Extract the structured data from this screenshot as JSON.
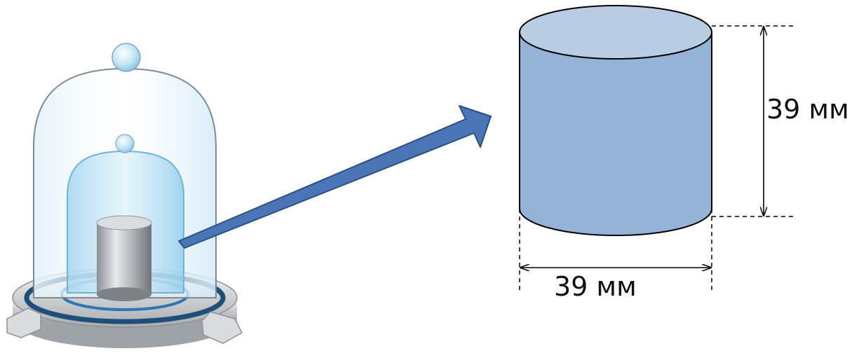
{
  "figure": {
    "left_object": "kilogram-prototype-under-glass-bell-jars",
    "right_object": "cylinder-with-dimensions"
  },
  "dimensions": {
    "height_label": "39 мм",
    "diameter_label": "39 мм"
  },
  "colors": {
    "cylinder_top": "#b8cce4",
    "cylinder_side": "#95b3d7",
    "arrow_fill": "#4a76b8",
    "arrow_stroke": "#2f4f80",
    "glass": "#cfe8f5",
    "base_ring": "#1f4e79"
  }
}
